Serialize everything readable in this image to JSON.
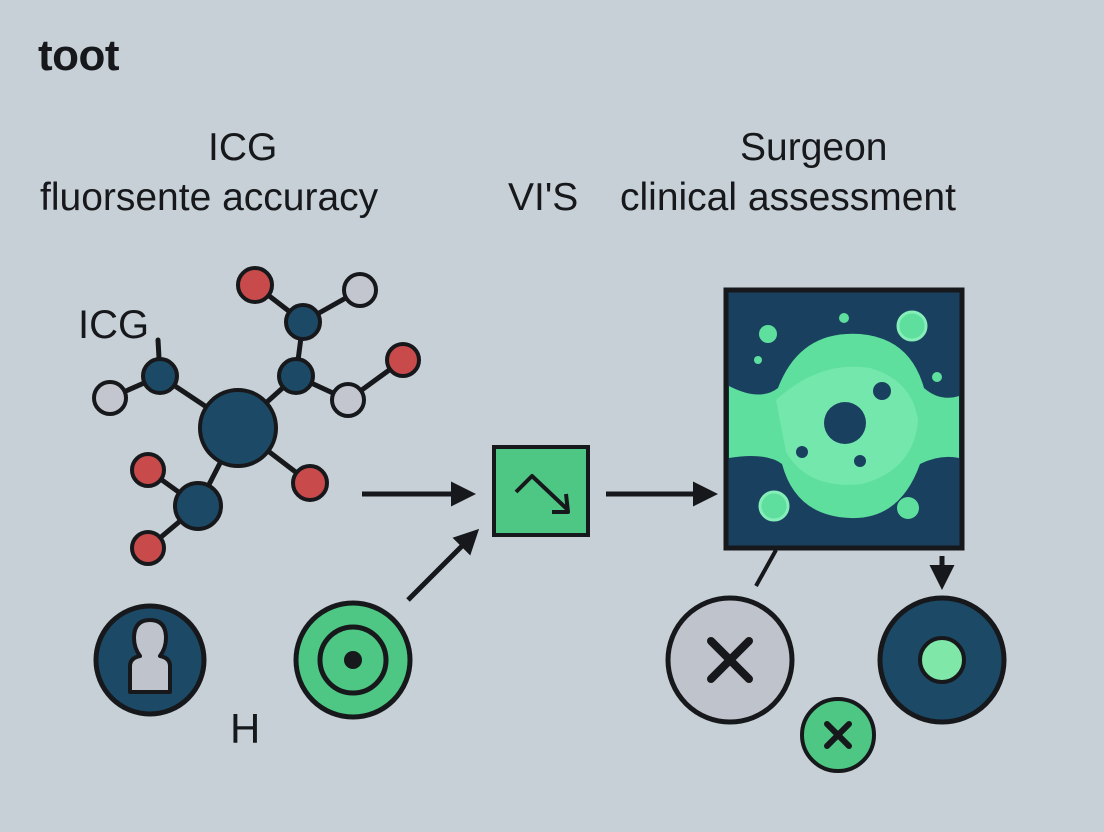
{
  "header": {
    "corner_title": "toot",
    "left_title_line1": "ICG",
    "left_title_line2": "fluorsente accuracy",
    "vs": "VI'S",
    "right_title_line1": "Surgeon",
    "right_title_line2": "clinical assessment"
  },
  "molecule": {
    "label": "ICG",
    "icon": "molecule-icon"
  },
  "bottom": {
    "h_label": "H"
  },
  "icons": [
    "molecule-icon",
    "person-icon",
    "target-icon",
    "trend-icon",
    "tissue-scan-icon",
    "x-icon",
    "ring-icon"
  ],
  "colors": {
    "background": "#c6d0d6",
    "navy": "#1b4b66",
    "dark_navy": "#17384d",
    "mint": "#4fd18b",
    "red_atom": "#c94a4a",
    "gray_atom": "#bfc3cc",
    "outline": "#17181b"
  }
}
